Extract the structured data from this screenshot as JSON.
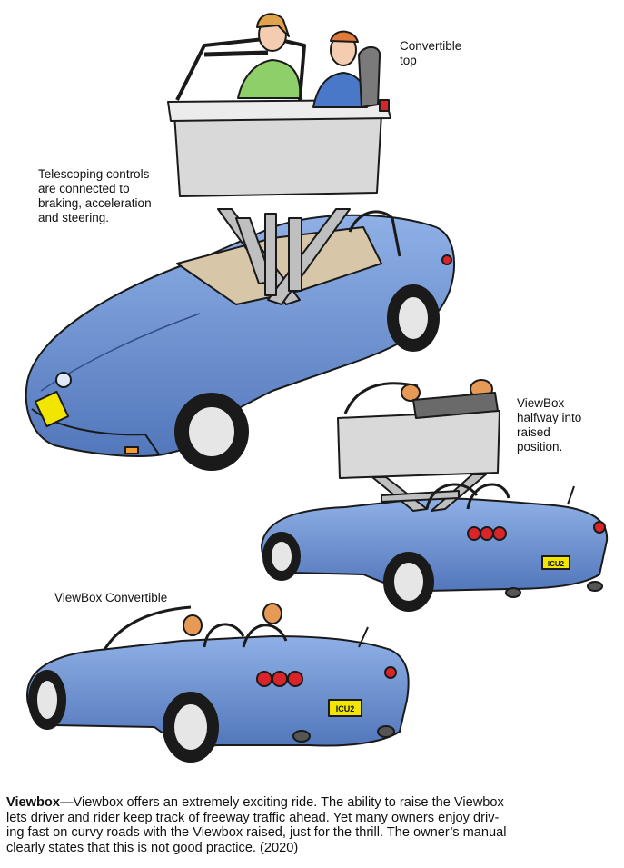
{
  "labels": {
    "convertible_top": [
      "Convertible",
      "top"
    ],
    "telescoping_controls": [
      "Telescoping controls",
      "are connected to",
      "braking, acceleration",
      "and steering."
    ],
    "viewbox_halfway": [
      "ViewBox",
      "halfway into",
      "raised",
      "position."
    ],
    "viewbox_convertible": "ViewBox Convertible"
  },
  "plate_text": "ICU2",
  "caption": {
    "term": "Viewbox",
    "dash": "—",
    "lines": [
      "Viewbox offers an extremely exciting ride. The ability to raise the Viewbox",
      "lets driver and rider keep track of freeway traffic ahead. Yet many owners enjoy driv-",
      "ing fast on curvy roads with the Viewbox raised, just for the thrill. The owner’s manual",
      "clearly states that this is not good practice. (2020)"
    ]
  },
  "colors": {
    "car_body": "#6f93d2",
    "car_dark": "#4e6fae",
    "box": "#d9d9d9",
    "plate": "#f2e600",
    "taillight": "#d9252a",
    "shirt_green": "#8fcf6a",
    "shirt_blue": "#4a78c8",
    "hair": "#e79a55"
  }
}
